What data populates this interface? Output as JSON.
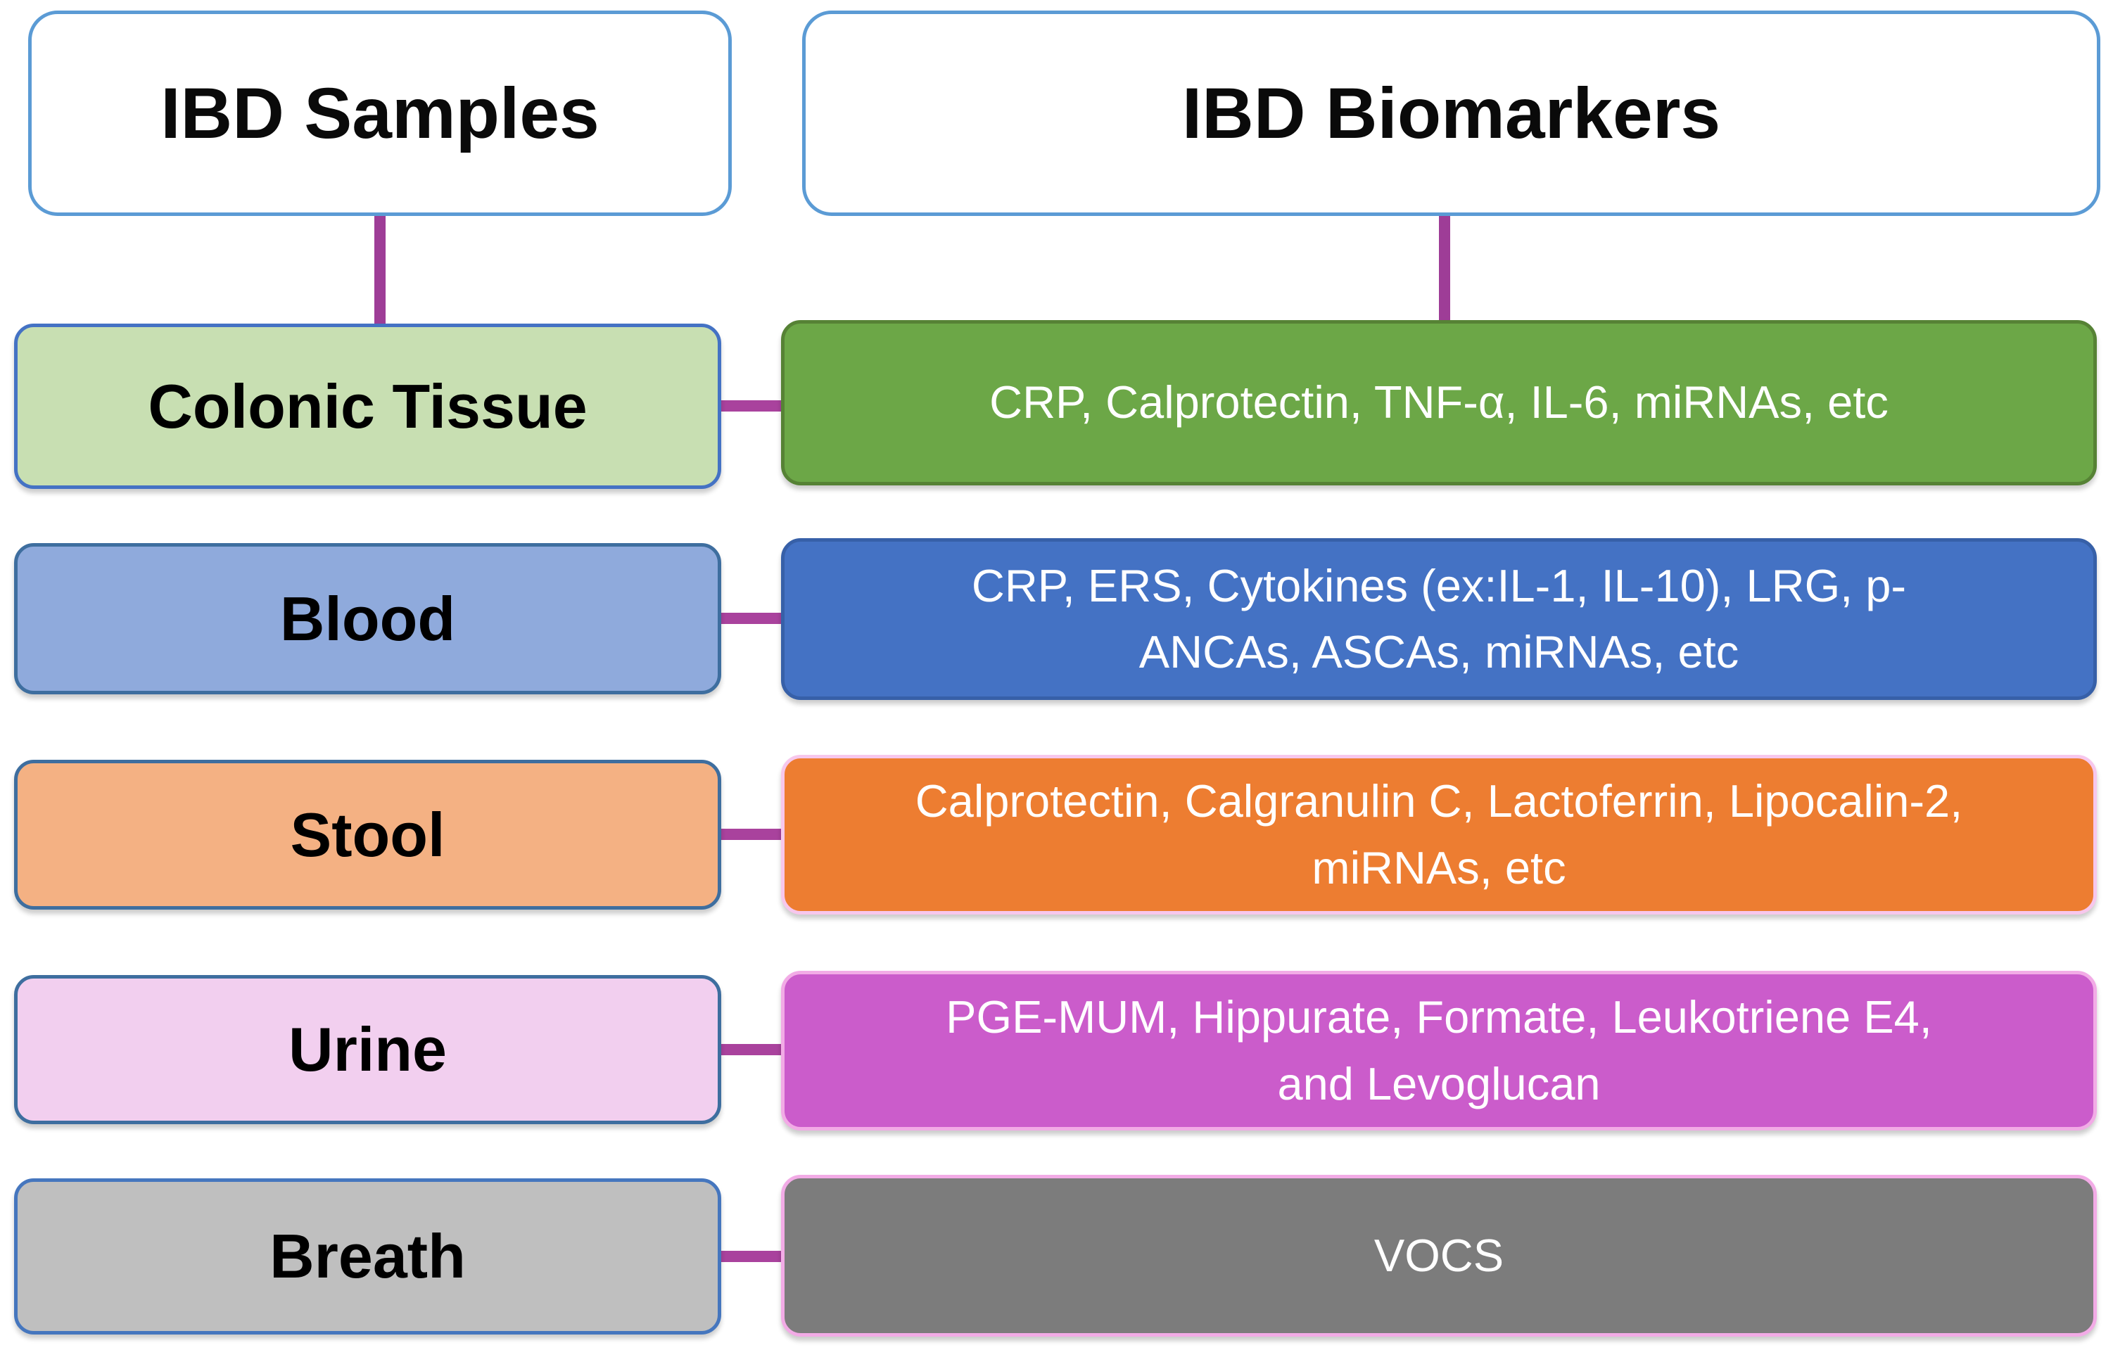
{
  "headers": {
    "samples": {
      "label": "IBD Samples"
    },
    "biomarkers": {
      "label": "IBD Biomarkers"
    },
    "fill": "#FFFFFF",
    "border": "#5B9BD5"
  },
  "connectors": {
    "vertical_color": "#9E3D97",
    "horizontal_color": "#A9429D"
  },
  "rows": [
    {
      "sample": {
        "label": "Colonic Tissue",
        "fill": "#C8DFB2",
        "border": "#4472C4",
        "text_color": "#000000"
      },
      "biomarker": {
        "lines": [
          "CRP, Calprotectin, TNF-α, IL-6, miRNAs, etc"
        ],
        "fill": "#6CA747",
        "border": "#568235",
        "text_color": "#FFFFFF"
      }
    },
    {
      "sample": {
        "label": "Blood",
        "fill": "#8FAADC",
        "border": "#3E6E9F",
        "text_color": "#000000"
      },
      "biomarker": {
        "lines": [
          "CRP, ERS, Cytokines (ex:IL-1, IL-10), LRG, p-",
          "ANCAs, ASCAs, miRNAs, etc"
        ],
        "fill": "#4472C4",
        "border": "#3760A8",
        "text_color": "#FFFFFF"
      }
    },
    {
      "sample": {
        "label": "Stool",
        "fill": "#F4B183",
        "border": "#3E6E9F",
        "text_color": "#000000"
      },
      "biomarker": {
        "lines": [
          "Calprotectin, Calgranulin C, Lactoferrin, Lipocalin-2,",
          "miRNAs, etc"
        ],
        "fill": "#ED7D31",
        "border": "#F7C7EC",
        "text_color": "#FFFFFF"
      }
    },
    {
      "sample": {
        "label": "Urine",
        "fill": "#F2CFEF",
        "border": "#3E6E9F",
        "text_color": "#000000"
      },
      "biomarker": {
        "lines": [
          "PGE-MUM, Hippurate, Formate, Leukotriene E4,",
          "and Levoglucan"
        ],
        "fill": "#CB5CCB",
        "border": "#F2ABE6",
        "text_color": "#FFFFFF"
      }
    },
    {
      "sample": {
        "label": "Breath",
        "fill": "#BFBFBF",
        "border": "#4576BE",
        "text_color": "#000000"
      },
      "biomarker": {
        "lines": [
          "VOCS"
        ],
        "fill": "#7C7C7C",
        "border": "#F2ABE6",
        "text_color": "#FFFFFF"
      }
    }
  ]
}
